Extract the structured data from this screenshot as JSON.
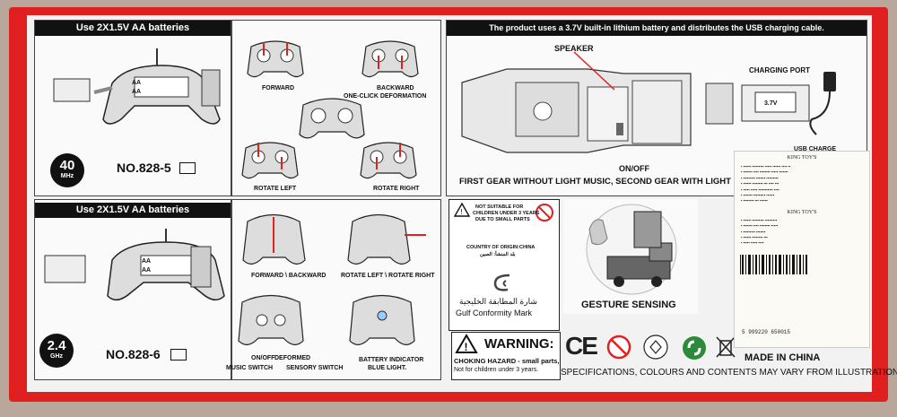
{
  "top_left": {
    "header": "Use 2X1.5V AA batteries",
    "aa_label_1": "AA",
    "aa_label_2": "AA",
    "freq": "40",
    "freq_unit": "MHz",
    "model": "NO.828-5"
  },
  "top_controls": {
    "forward": "FORWARD",
    "backward": "BACKWARD",
    "deformation": "ONE-CLICK DEFORMATION",
    "rotate_left": "ROTATE LEFT",
    "rotate_right": "ROTATE RIGHT"
  },
  "top_right": {
    "header": "The product uses a 3.7V built-in lithium battery and distributes the USB charging cable.",
    "speaker": "SPEAKER",
    "charging_port": "CHARGING PORT",
    "battery_voltage": "3.7V",
    "usb_charge": "USB CHARGE",
    "on_off": "ON/OFF",
    "gear_note": "FIRST GEAR WITHOUT LIGHT MUSIC, SECOND GEAR WITH LIGHT MUSIC"
  },
  "bottom_left": {
    "header": "Use 2X1.5V AA batteries",
    "aa_label_1": "AA",
    "aa_label_2": "AA",
    "freq": "2.4",
    "freq_unit": "GHz",
    "model": "NO.828-6"
  },
  "bottom_controls": {
    "forward_backward": "FORWARD \\ BACKWARD",
    "rotate": "ROTATE LEFT \\ ROTATE RIGHT",
    "on_off": "ON/OFF",
    "deformed": "DEFORMED",
    "music_switch": "MUSIC SWITCH",
    "sensory_switch": "SENSORY SWITCH",
    "battery_indicator": "BATTERY INDICATOR",
    "blue_light": "BLUE LIGHT."
  },
  "small_parts": {
    "line1": "NOT SUITABLE FOR",
    "line2": "CHILDREN UNDER 3 YEARS",
    "line3": "DUE TO SMALL PARTS",
    "origin": "COUNTRY OF ORIGIN:CHINA",
    "arabic_origin": "بلد المنشأ: الصين"
  },
  "gulf": {
    "arabic": "شارة المطابقة الخليجية",
    "english": "Gulf Conformity Mark"
  },
  "gesture": {
    "label": "GESTURE SENSING"
  },
  "warning": {
    "title": "WARNING:",
    "hazard": "CHOKING HAZARD - small parts,",
    "age": "Not for children under 3 years."
  },
  "bottom_strip": {
    "ce": "CE",
    "made_in": "MADE IN CHINA",
    "disclaimer": "SPECIFICATIONS, COLOURS AND CONTENTS MAY VARY FROM  ILLUSTRATIONS"
  },
  "sticker": {
    "brand_top": "KING TOY'S",
    "brand_bottom": "KING TOY'S",
    "barcode": "5 999220 650015"
  },
  "colors": {
    "border_red": "#e0201f",
    "panel_black": "#111111"
  }
}
